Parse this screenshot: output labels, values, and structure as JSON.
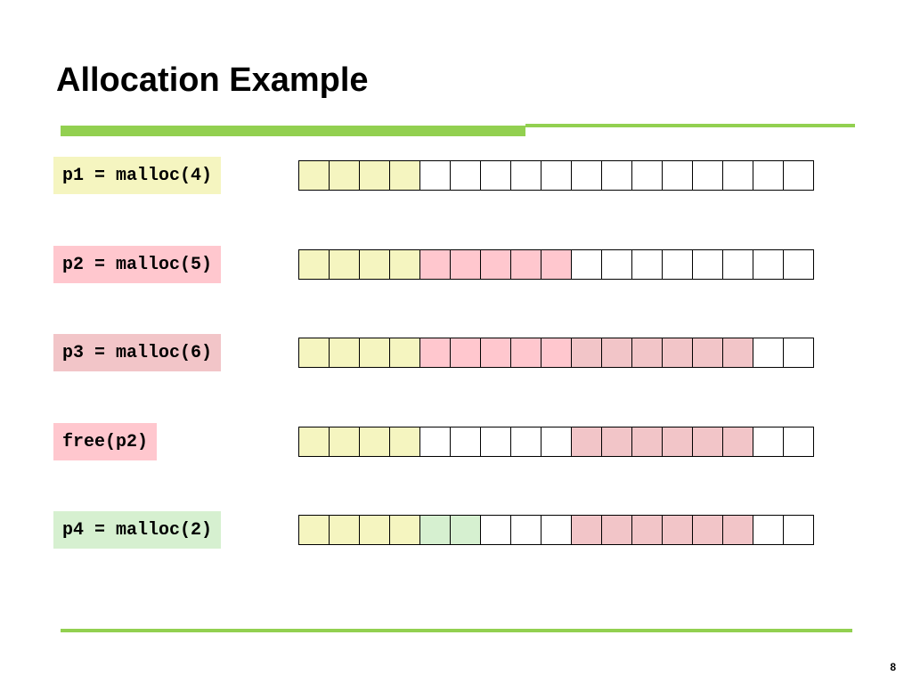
{
  "slide": {
    "title": "Allocation Example",
    "page_number": "8"
  },
  "colors": {
    "accent_rule": "#92d050",
    "free": "#ffffff",
    "p1": "#f5f5c0",
    "p2": "#ffc7ce",
    "p3": "#f2c5c8",
    "p4": "#d6f0d0"
  },
  "steps": [
    {
      "label": "p1 = malloc(4)",
      "label_color": "p1",
      "cells": [
        "p1",
        "p1",
        "p1",
        "p1",
        "free",
        "free",
        "free",
        "free",
        "free",
        "free",
        "free",
        "free",
        "free",
        "free",
        "free",
        "free",
        "free"
      ]
    },
    {
      "label": "p2 = malloc(5)",
      "label_color": "p2",
      "cells": [
        "p1",
        "p1",
        "p1",
        "p1",
        "p2",
        "p2",
        "p2",
        "p2",
        "p2",
        "free",
        "free",
        "free",
        "free",
        "free",
        "free",
        "free",
        "free"
      ]
    },
    {
      "label": "p3 = malloc(6)",
      "label_color": "p3",
      "cells": [
        "p1",
        "p1",
        "p1",
        "p1",
        "p2",
        "p2",
        "p2",
        "p2",
        "p2",
        "p3",
        "p3",
        "p3",
        "p3",
        "p3",
        "p3",
        "free",
        "free"
      ]
    },
    {
      "label": "free(p2)",
      "label_color": "p2",
      "cells": [
        "p1",
        "p1",
        "p1",
        "p1",
        "free",
        "free",
        "free",
        "free",
        "free",
        "p3",
        "p3",
        "p3",
        "p3",
        "p3",
        "p3",
        "free",
        "free"
      ]
    },
    {
      "label": "p4 = malloc(2)",
      "label_color": "p4",
      "cells": [
        "p1",
        "p1",
        "p1",
        "p1",
        "p4",
        "p4",
        "free",
        "free",
        "free",
        "p3",
        "p3",
        "p3",
        "p3",
        "p3",
        "p3",
        "free",
        "free"
      ]
    }
  ]
}
